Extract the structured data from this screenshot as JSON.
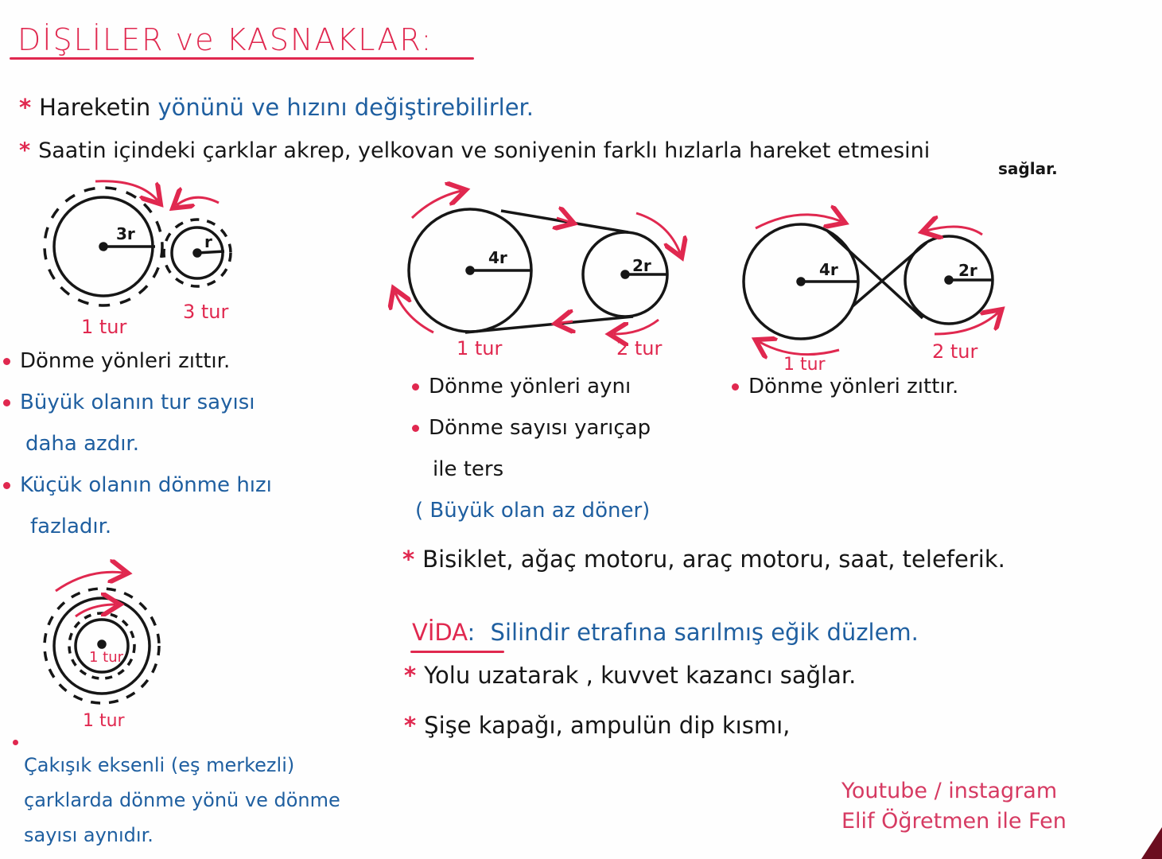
{
  "title": "DİŞLİLER ve KASNAKLAR:",
  "intro": {
    "items": [
      {
        "bullet": "*",
        "text_a": "Hareketin ",
        "text_b": "yönünü ve hızını değiştirebilirler."
      },
      {
        "bullet": "*",
        "text": "Saatin içindeki çarklar akrep, yelkovan ve soniyenin farklı hızlarla hareket etmesini",
        "text_cont": "sağlar."
      }
    ]
  },
  "diagram_gears": {
    "big_gear": {
      "radius_label": "3r",
      "turns_label": "1 tur"
    },
    "small_gear": {
      "radius_label": "r",
      "turns_label": "3 tur"
    },
    "notes": [
      "Dönme yönleri zıttır.",
      "Büyük olanın tur sayısı",
      "daha azdır.",
      "Küçük olanın dönme hızı",
      "fazladır."
    ]
  },
  "diagram_open_belt": {
    "big_pulley": {
      "radius_label": "4r",
      "turns_label": "1 tur"
    },
    "small_pulley": {
      "radius_label": "2r",
      "turns_label": "2 tur"
    },
    "notes": [
      "Dönme yönleri aynı",
      "Dönme sayısı yarıçap",
      "ile ters",
      "( Büyük olan az döner)"
    ]
  },
  "diagram_crossed_belt": {
    "big_pulley": {
      "radius_label": "4r",
      "turns_label": "1 tur"
    },
    "small_pulley": {
      "radius_label": "2r",
      "turns_label": "2 tur"
    },
    "notes": [
      "Dönme yönleri zıttır."
    ]
  },
  "diagram_coaxial": {
    "inner_label": "1 tur",
    "outer_label": "1 tur",
    "notes": [
      "Çakışık eksenli (eş merkezli)",
      "çarklarda dönme yönü ve dönme",
      "sayısı aynıdır."
    ]
  },
  "examples": {
    "bullet": "*",
    "text": "Bisiklet, ağaç motoru, araç motoru, saat, teleferik."
  },
  "vida": {
    "heading": "VİDA",
    "colon": ":",
    "definition": "Silindir etrafına sarılmış eğik düzlem.",
    "items": [
      {
        "bullet": "*",
        "text": "Yolu uzatarak , kuvvet kazancı sağlar."
      },
      {
        "bullet": "*",
        "text": "Şişe kapağı, ampulün dip kısmı,"
      }
    ]
  },
  "credit": {
    "line1": "Youtube / instagram",
    "line2": "Elif Öğretmen ile Fen"
  },
  "colors": {
    "red_ink": "#e0284f",
    "blue_ink": "#1f5fa0",
    "black_ink": "#161616",
    "paper": "#fefefe"
  }
}
